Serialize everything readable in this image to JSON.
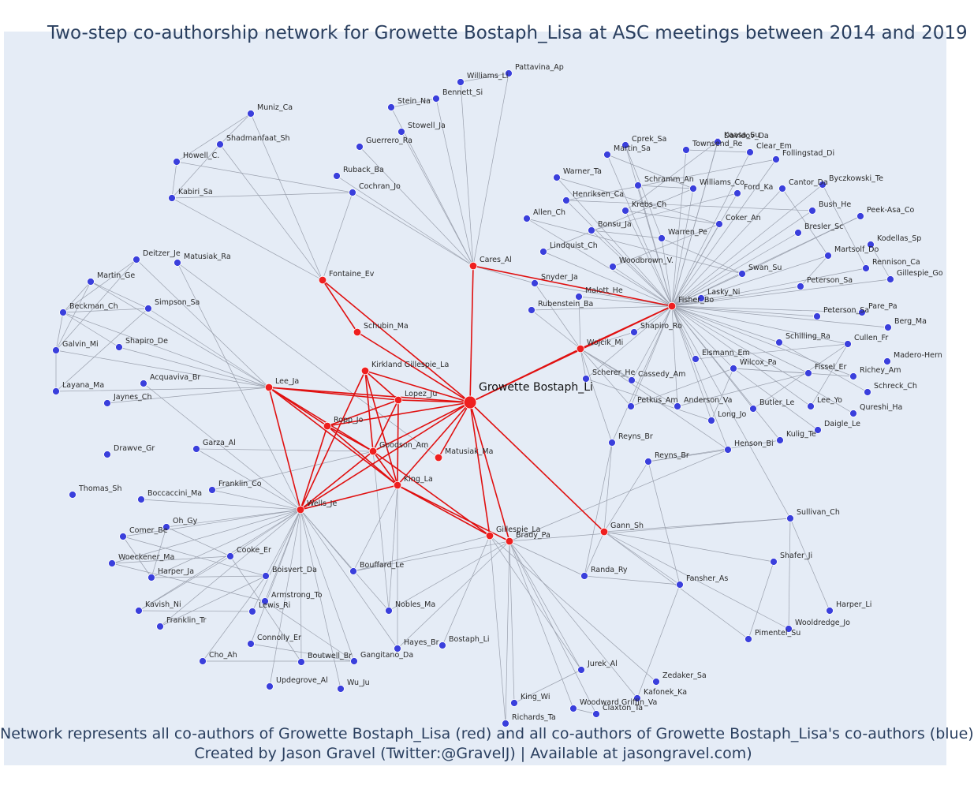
{
  "title": "Two-step co-authorship network for Growette Bostaph_Lisa at ASC meetings between 2014 and 2019",
  "caption": {
    "line1": "Network represents all co-authors of Growette Bostaph_Lisa (red) and all co-authors of Growette Bostaph_Lisa's co-authors (blue)",
    "line2": "Created by Jason Gravel (Twitter:@GravelJ) | Available at jasongravel.com)"
  },
  "colors": {
    "focal": "#ef1f1f",
    "coauthor": "#ef1f1f",
    "second_step": "#3a3fdc",
    "red_edge": "#e01010",
    "gray_edge": "#9aa0ad"
  },
  "center": "Growette Bostaph_Li",
  "red_nodes": [
    "Fontaine_Ev",
    "Cares_Al",
    "Fisher_Bo",
    "Schubin_Ma",
    "Kirkland Gillespie_La",
    "Lee_Ja",
    "Lopez_Ju",
    "Ropp_Jo",
    "Goodson_Am",
    "Matusiak_Ma",
    "King_La",
    "Wells_Je",
    "Wojcik_Mi",
    "Gillespie_La",
    "Brady_Pa",
    "Gann_Sh"
  ],
  "blue_nodes": [
    "Pattavina_Ap",
    "Williams_Li",
    "Bennett_Si",
    "Stein_Na",
    "Stowell_Ja",
    "Guerrero_Ra",
    "Ruback_Ba",
    "Cochran_Jo",
    "Muniz_Ca",
    "Shadmanfaat_Sh",
    "Howell_C.",
    "Kabiri_Sa",
    "Deitzer_Je",
    "Matusiak_Ra",
    "Martin_Ge",
    "Simpson_Sa",
    "Beckman_Ch",
    "Galvin_Mi",
    "Shapiro_De",
    "Acquaviva_Br",
    "Layana_Ma",
    "Jaynes_Ch",
    "Garza_Al",
    "Drawve_Gr",
    "Franklin_Co",
    "Boccaccini_Ma",
    "Thomas_Sh",
    "Oh_Gy",
    "Comer_Be",
    "Cooke_Er",
    "Woeckener_Ma",
    "Harper_Ja",
    "Boisvert_Da",
    "Armstrong_To",
    "Kavish_Ni",
    "Lewis_Ri",
    "Franklin_Tr",
    "Connolly_Er",
    "Cho_Ah",
    "Boutwell_Br",
    "Gangitano_Da",
    "Updegrove_Al",
    "Wu_Ju",
    "Bouffard_Le",
    "Nobles_Ma",
    "Hayes_Br",
    "Bostaph_Li",
    "Cprek_Sa",
    "Townsend_Re",
    "Kaasa_Su",
    "Davidov_Da",
    "Clear_Em",
    "Martin_Sa",
    "Follingstad_Di",
    "Warner_Ta",
    "Schramm_An",
    "Williams_Co",
    "Ford_Ka",
    "Cantor_Da",
    "Byczkowski_Te",
    "Henriksen_Ca",
    "Krebs_Ch",
    "Bush_He",
    "Allen_Ch",
    "Coker_An",
    "Peek-Asa_Co",
    "Bonsu_Ja",
    "Bresler_Sc",
    "Warren_Pe",
    "Lindquist_Ch",
    "Kodellas_Sp",
    "Martsolf_Do",
    "Woodbrown_V.",
    "Rennison_Ca",
    "Swan_Su",
    "Gillespie_Go",
    "Snyder_Ja",
    "Peterson_Sa",
    "Malott_He",
    "Lasky_Ni",
    "Rubenstein_Ba",
    "Shapiro_Ro",
    "Berg_Ma",
    "Schilling_Ra",
    "Cullen_Fr",
    "Eismann_Em",
    "Madero-Hern",
    "Scherer_He",
    "Cassedy_Am",
    "Wilcox_Pa",
    "Fissel_Er",
    "Richey_Am",
    "Schreck_Ch",
    "Petkus_Am",
    "Anderson_Va",
    "Butler_Le",
    "Lee_Yo",
    "Qureshi_Ha",
    "Long_Jo",
    "Daigle_Le",
    "Reyns_Br",
    "Henson_Bi",
    "Kulig_Te",
    "Sullivan_Ch",
    "Shafer_Ji",
    "Randa_Ry",
    "Fansher_As",
    "Harper_Li",
    "Wooldredge_Jo",
    "Pimentel_Su",
    "Jurek_Al",
    "Zedaker_Sa",
    "King_Wi",
    "Kafonek_Ka",
    "Woodward Griffin_Va",
    "Claxton_Ta",
    "Richards_Ta",
    "Pare_Pa"
  ]
}
